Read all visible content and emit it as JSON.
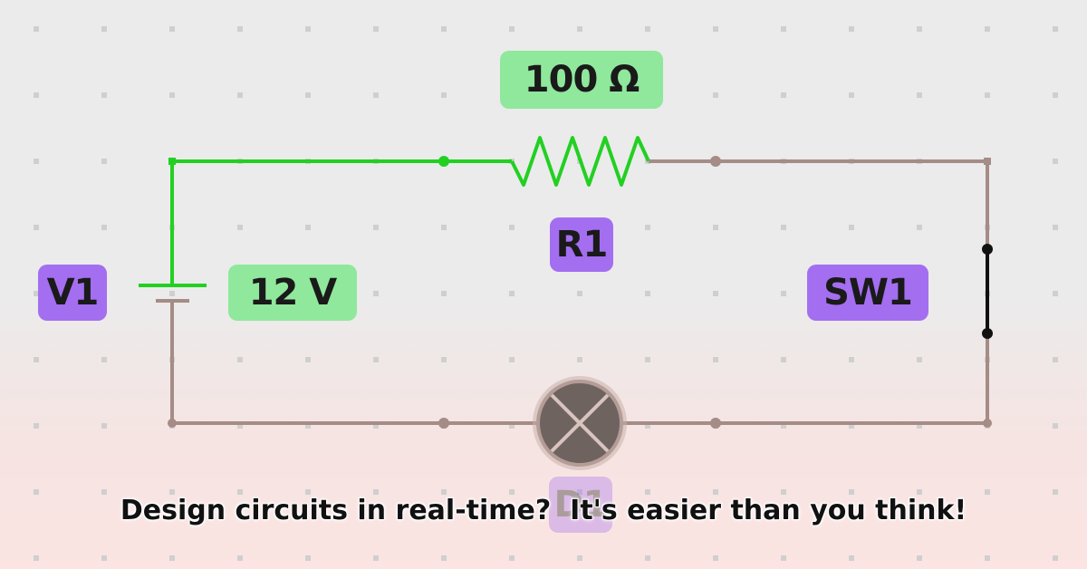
{
  "canvas": {
    "background": "#ebebeb",
    "grid_dot_color": "#cfcfcf",
    "wire_colors": {
      "powered": "#22d022",
      "unpowered": "#a58c86",
      "switch": "#111111"
    }
  },
  "components": {
    "resistor": {
      "ref": "R1",
      "value": "100 Ω"
    },
    "voltage_source": {
      "ref": "V1",
      "value": "12 V"
    },
    "switch": {
      "ref": "SW1"
    },
    "lamp": {
      "ref": "D1"
    }
  },
  "caption": "Design circuits in real-time?  It's easier than you think!",
  "colors": {
    "value_chip": "#8fe89c",
    "ref_chip": "#a46ef0"
  }
}
